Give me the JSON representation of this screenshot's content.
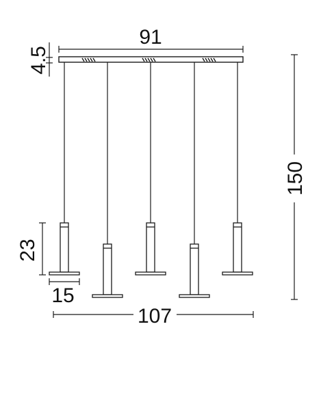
{
  "colors": {
    "ink": "#1a1a1a",
    "background": "#ffffff"
  },
  "dimensions": {
    "canopy_width": "91",
    "canopy_height": "4.5",
    "total_height": "150",
    "shade_height": "23",
    "shade_base_width": "15",
    "total_width": "107"
  }
}
